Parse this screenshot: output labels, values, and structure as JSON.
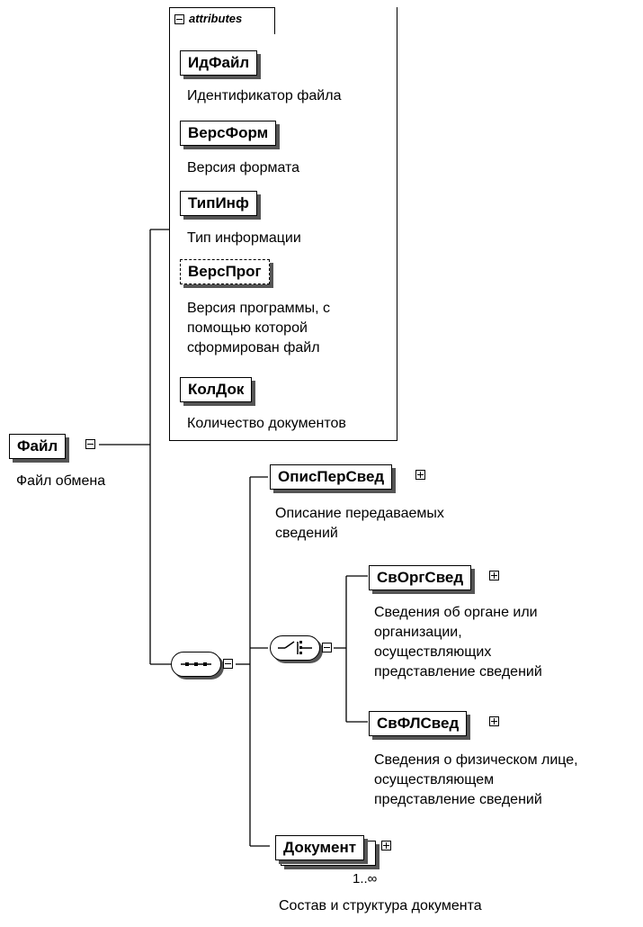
{
  "root": {
    "name": "Файл",
    "description": "Файл обмена"
  },
  "attributes_group": {
    "label": "attributes",
    "items": [
      {
        "name": "ИдФайл",
        "description": "Идентификатор файла",
        "optional": false
      },
      {
        "name": "ВерсФорм",
        "description": "Версия формата",
        "optional": false
      },
      {
        "name": "ТипИнф",
        "description": "Тип информации",
        "optional": false
      },
      {
        "name": "ВерсПрог",
        "description_lines": [
          "Версия программы, с",
          "помощью которой",
          "сформирован файл"
        ],
        "optional": true
      },
      {
        "name": "КолДок",
        "description": "Количество документов",
        "optional": false
      }
    ]
  },
  "sequence_children": {
    "opis": {
      "name": "ОписПерСвед",
      "description_lines": [
        "Описание передаваемых",
        "сведений"
      ]
    },
    "choice": {
      "org": {
        "name": "СвОргСвед",
        "description_lines": [
          "Сведения об органе или",
          "организации,",
          "осуществляющих",
          "представление сведений"
        ]
      },
      "fl": {
        "name": "СвФЛСвед",
        "description_lines": [
          "Сведения о физическом лице,",
          "осуществляющем",
          "представление сведений"
        ]
      }
    },
    "doc": {
      "name": "Документ",
      "cardinality": "1..∞",
      "description": "Состав и структура документа"
    }
  }
}
